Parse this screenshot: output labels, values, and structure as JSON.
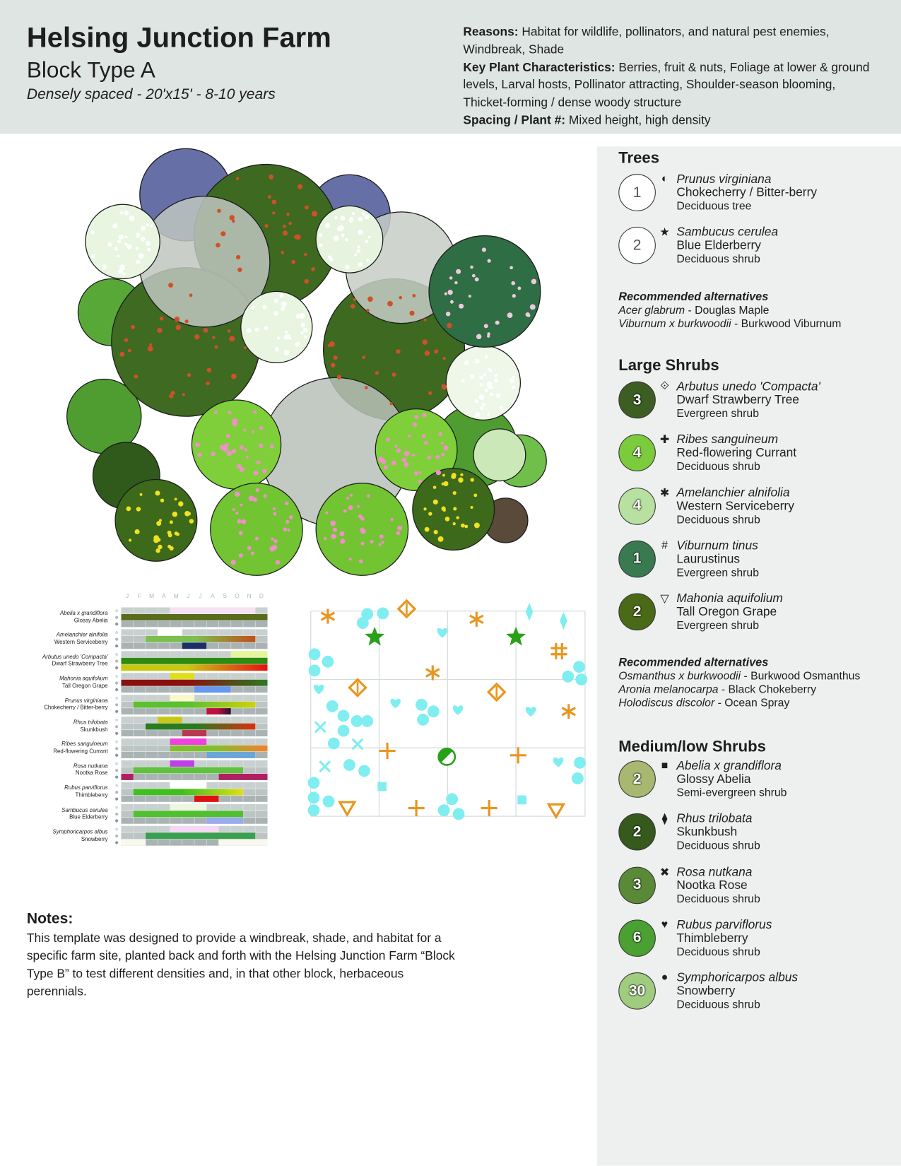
{
  "header": {
    "title": "Helsing Junction Farm",
    "subtitle": "Block Type A",
    "spec": "Densely spaced - 20'x15' - 8-10 years",
    "reasons_label": "Reasons:",
    "reasons": "Habitat for wildlife, pollinators, and natural pest enemies, Windbreak, Shade",
    "key_label": "Key Plant Characteristics:",
    "key": "Berries, fruit & nuts, Foliage at lower & ground levels, Larval hosts, Pollinator attracting, Shoulder-season blooming, Thicket-forming / dense woody structure",
    "spacing_label": "Spacing / Plant #:",
    "spacing": "Mixed height, high density"
  },
  "legend": {
    "trees_title": "Trees",
    "trees": [
      {
        "count": "1",
        "symbol": "◐",
        "latin": "Prunus virginiana",
        "common": "Chokecherry / Bitter-berry",
        "type": "Deciduous tree",
        "color": "#ffffff"
      },
      {
        "count": "2",
        "symbol": "★",
        "latin": "Sambucus cerulea",
        "common": "Blue Elderberry",
        "type": "Deciduous shrub",
        "color": "#ffffff"
      }
    ],
    "trees_alt_title": "Recommended alternatives",
    "trees_alt": [
      {
        "latin": "Acer glabrum",
        "common": " - Douglas Maple"
      },
      {
        "latin": "Viburnum x burkwoodii",
        "common": " - Burkwood Viburnum"
      }
    ],
    "large_title": "Large Shrubs",
    "large": [
      {
        "count": "3",
        "symbol": "⟐",
        "latin": "Arbutus unedo 'Compacta'",
        "common": "Dwarf Strawberry Tree",
        "type": "Evergreen shrub",
        "color": "#3d5e22"
      },
      {
        "count": "4",
        "symbol": "✚",
        "latin": "Ribes sanguineum",
        "common": "Red-flowering Currant",
        "type": "Deciduous shrub",
        "color": "#7ccb3c"
      },
      {
        "count": "4",
        "symbol": "✱",
        "latin": "Amelanchier alnifolia",
        "common": "Western Serviceberry",
        "type": "Deciduous shrub",
        "color": "#b8e0a0"
      },
      {
        "count": "1",
        "symbol": "#",
        "latin": "Viburnum tinus",
        "common": "Laurustinus",
        "type": "Evergreen shrub",
        "color": "#3a7a50"
      },
      {
        "count": "2",
        "symbol": "▽",
        "latin": "Mahonia aquifolium",
        "common": "Tall Oregon Grape",
        "type": "Evergreen shrub",
        "color": "#4a6a18"
      }
    ],
    "large_alt_title": "Recommended alternatives",
    "large_alt": [
      {
        "latin": "Osmanthus x burkwoodii",
        "common": " - Burkwood Osmanthus"
      },
      {
        "latin": "Aronia melanocarpa",
        "common": " - Black Chokeberry"
      },
      {
        "latin": "Holodiscus discolor",
        "common": " - Ocean Spray"
      }
    ],
    "medium_title": "Medium/low Shrubs",
    "medium": [
      {
        "count": "2",
        "symbol": "■",
        "latin": "Abelia x grandiflora",
        "common": "Glossy Abelia",
        "type": "Semi-evergreen shrub",
        "color": "#a8b870"
      },
      {
        "count": "2",
        "symbol": "⧫",
        "latin": "Rhus trilobata",
        "common": "Skunkbush",
        "type": "Deciduous shrub",
        "color": "#355a1c"
      },
      {
        "count": "3",
        "symbol": "✖",
        "latin": "Rosa nutkana",
        "common": "Nootka Rose",
        "type": "Deciduous shrub",
        "color": "#5a8a38"
      },
      {
        "count": "6",
        "symbol": "♥",
        "latin": "Rubus parviflorus",
        "common": "Thimbleberry",
        "type": "Deciduous shrub",
        "color": "#4aa030"
      },
      {
        "count": "30",
        "symbol": "●",
        "latin": "Symphoricarpos albus",
        "common": "Snowberry",
        "type": "Deciduous shrub",
        "color": "#a0cc80"
      }
    ]
  },
  "phenology": {
    "months": [
      "J",
      "F",
      "M",
      "A",
      "M",
      "J",
      "J",
      "A",
      "S",
      "O",
      "N",
      "D"
    ],
    "plants": [
      {
        "latin": "Abelia x grandiflora",
        "common": "Glossy Abelia",
        "flower": [
          [
            4,
            11,
            "#f5e2f5"
          ]
        ],
        "leaf": [
          [
            0,
            12,
            "#5a6b1e"
          ]
        ],
        "fruit": []
      },
      {
        "latin": "Amelanchier alnifolia",
        "common": "Western Serviceberry",
        "flower": [
          [
            3,
            5,
            "#ffffff"
          ]
        ],
        "leaf": [
          [
            2,
            11,
            "#7cbf50",
            "#c0501a"
          ]
        ],
        "fruit": [
          [
            5,
            7,
            "#1c2e6a"
          ]
        ]
      },
      {
        "latin": "Arbutus unedo 'Compacta'",
        "common": "Dwarf Strawberry Tree",
        "flower": [
          [
            9,
            12,
            "#e6f59a"
          ]
        ],
        "leaf": [
          [
            0,
            12,
            "#2e8b12"
          ]
        ],
        "fruit": [
          [
            0,
            12,
            "#c8c810",
            "#e81010"
          ]
        ]
      },
      {
        "latin": "Mahonia aquifolium",
        "common": "Tall Oregon Grape",
        "flower": [
          [
            4,
            6,
            "#e0e010"
          ]
        ],
        "leaf": [
          [
            0,
            12,
            "#8a1010",
            "#2a7a20"
          ]
        ],
        "fruit": [
          [
            6,
            9,
            "#6699ee"
          ]
        ]
      },
      {
        "latin": "Prunus virginiana",
        "common": "Chokecherry / Bitter-berry",
        "flower": [
          [
            4,
            6,
            "#fafac8"
          ]
        ],
        "leaf": [
          [
            1,
            11,
            "#5cc030",
            "#d0d010"
          ]
        ],
        "fruit": [
          [
            7,
            9,
            "#c01040",
            "#201030"
          ]
        ]
      },
      {
        "latin": "Rhus trilobata",
        "common": "Skunkbush",
        "flower": [
          [
            3,
            5,
            "#c8c814"
          ]
        ],
        "leaf": [
          [
            2,
            11,
            "#2a7a20",
            "#d83010"
          ]
        ],
        "fruit": [
          [
            5,
            7,
            "#b83850"
          ]
        ]
      },
      {
        "latin": "Ribes sanguineum",
        "common": "Red-flowering Currant",
        "flower": [
          [
            4,
            7,
            "#f040e0"
          ]
        ],
        "leaf": [
          [
            4,
            12,
            "#80c030",
            "#f08030"
          ]
        ],
        "fruit": [
          [
            7,
            11,
            "#6aa6d8"
          ]
        ]
      },
      {
        "latin": "Rosa nutkana",
        "common": "Nootka Rose",
        "flower": [
          [
            4,
            6,
            "#c040e8"
          ]
        ],
        "leaf": [
          [
            1,
            10,
            "#60c040"
          ]
        ],
        "fruit": [
          [
            0,
            1,
            "#b02060"
          ],
          [
            8,
            12,
            "#b02060"
          ]
        ]
      },
      {
        "latin": "Rubus parviflorus",
        "common": "Thimbleberry",
        "flower": [
          [
            4,
            7,
            "#ffffff"
          ]
        ],
        "leaf": [
          [
            1,
            10,
            "#40c020",
            "#e0e010"
          ]
        ],
        "fruit": [
          [
            6,
            8,
            "#e01010"
          ]
        ]
      },
      {
        "latin": "Sambucus cerulea",
        "common": "Blue Elderberry",
        "flower": [
          [
            4,
            7,
            "#eef5e0"
          ]
        ],
        "leaf": [
          [
            1,
            10,
            "#50c030"
          ]
        ],
        "fruit": [
          [
            7,
            10,
            "#99aaee"
          ]
        ]
      },
      {
        "latin": "Symphoricarpos albus",
        "common": "Snowberry",
        "flower": [
          [
            4,
            8,
            "#f5d8f5"
          ]
        ],
        "leaf": [
          [
            2,
            11,
            "#3aa050"
          ]
        ],
        "fruit": [
          [
            0,
            2,
            "#f8f8ee"
          ],
          [
            8,
            12,
            "#f8f8ee"
          ]
        ]
      }
    ]
  },
  "notes": {
    "title": "Notes:",
    "body": "This template was designed to provide a windbreak, shade, and habitat for a specific farm site, planted back and forth with the Helsing Junction Farm “Block Type B” to test different densities and, in that other block, herbaceous perennials."
  },
  "colors": {
    "header_bg": "#dfe5e3",
    "sidebar_bg": "#eef0ef",
    "marker_orange": "#e8961e",
    "marker_cyan": "#80eef0",
    "marker_green": "#28a018"
  }
}
